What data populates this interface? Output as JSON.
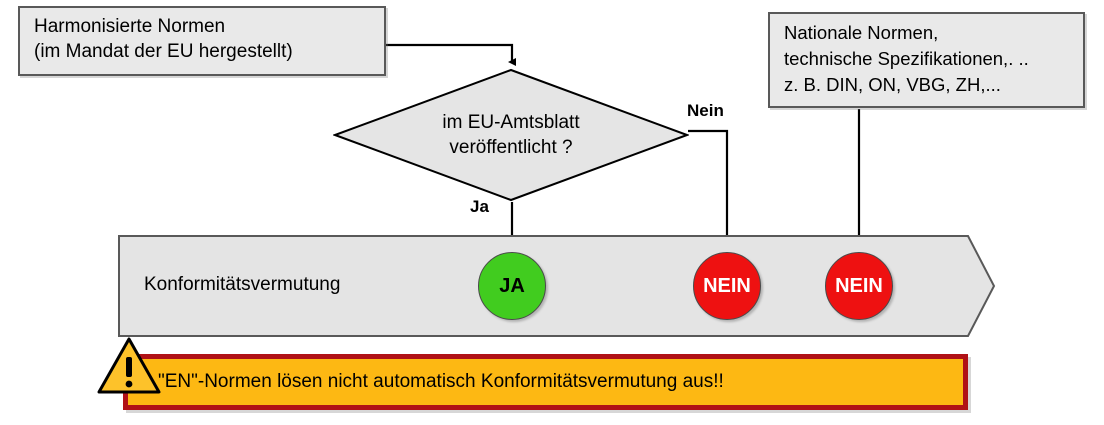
{
  "diagram": {
    "title": "Konformitaetsvermutung Normen Flussdiagramm",
    "colors": {
      "box_fill": "#e9e9e9",
      "box_border": "#595959",
      "yes_green": "#41cc1f",
      "no_red": "#ee1111",
      "warning_fill": "#fdb813",
      "warning_border": "#b01116"
    }
  },
  "boxes": {
    "harmonised": {
      "name": "harmonised-standards-box",
      "text": "Harmonisierte Normen\n(im Mandat der EU hergestellt)"
    },
    "national": {
      "name": "national-standards-box",
      "text": "Nationale Normen,\ntechnische Spezifikationen,. ..\n z. B. DIN, ON, VBG, ZH,..."
    }
  },
  "decision": {
    "name": "eu-journal-decision",
    "line1": "im EU-Amtsblatt",
    "line2": "veröffentlicht ?",
    "branch_yes": "Ja",
    "branch_no": "Nein"
  },
  "banner": {
    "name": "conformity-presumption-banner",
    "label": "Konformitätsvermutung",
    "results": [
      {
        "id": "ja",
        "label": "JA",
        "kind": "yes"
      },
      {
        "id": "nein1",
        "label": "NEIN",
        "kind": "no"
      },
      {
        "id": "nein2",
        "label": "NEIN",
        "kind": "no"
      }
    ]
  },
  "warning": {
    "name": "en-standards-warning",
    "icon": "warning-triangle-icon",
    "text": "\"EN\"-Normen lösen nicht automatisch Konformitätsvermutung aus!!"
  }
}
